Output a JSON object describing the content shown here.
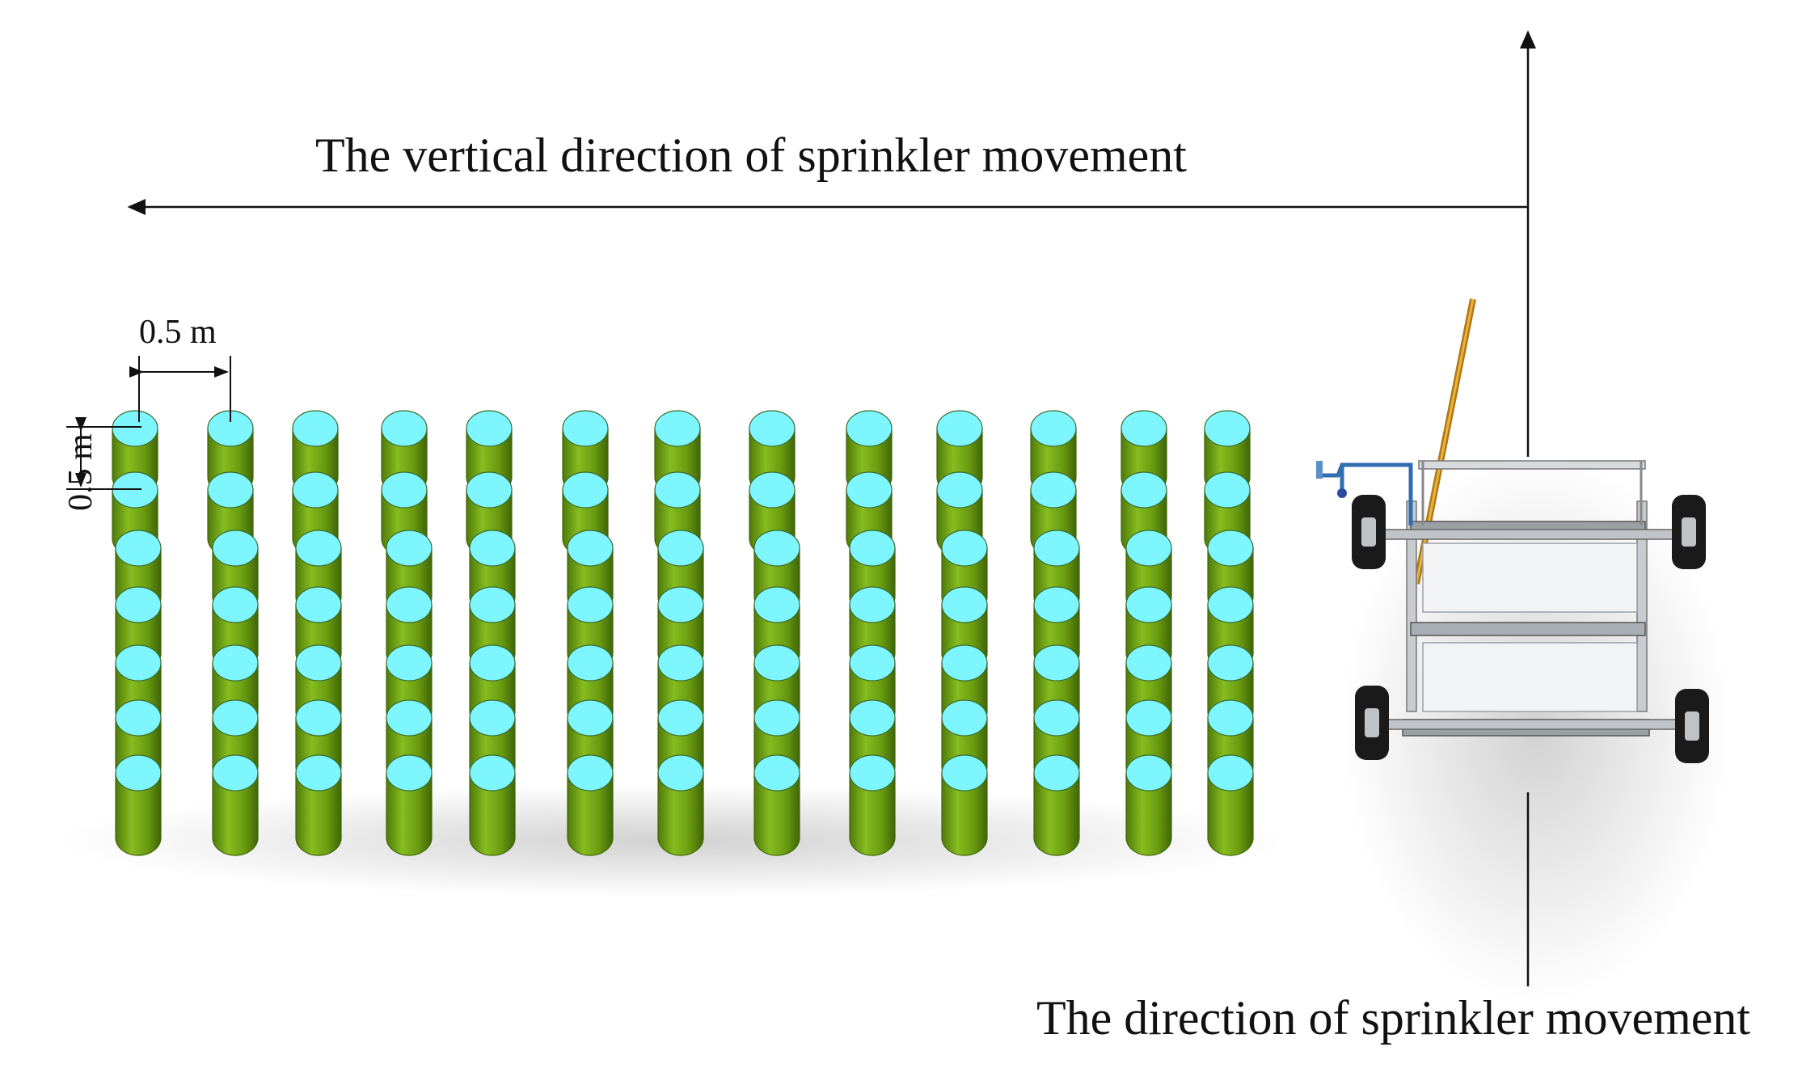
{
  "labels": {
    "vertical_direction": "The vertical direction of sprinkler movement",
    "sprinkler_direction": "The direction of sprinkler movement",
    "spacing_horizontal": "0.5 m",
    "spacing_vertical": "0.5 m"
  },
  "grid": {
    "columns": 13,
    "rows": 7
  },
  "colors": {
    "cup_top": "#7ef6ff",
    "cup_body": "#6a9b10",
    "cup_body_dark": "#3f6608",
    "cup_highlight": "#9ad12a",
    "arrow": "#111111",
    "frame": "#c8ccd0",
    "wheel": "#1a1a1a",
    "hose": "#d69a1c",
    "nozzle": "#2f6fb0"
  }
}
